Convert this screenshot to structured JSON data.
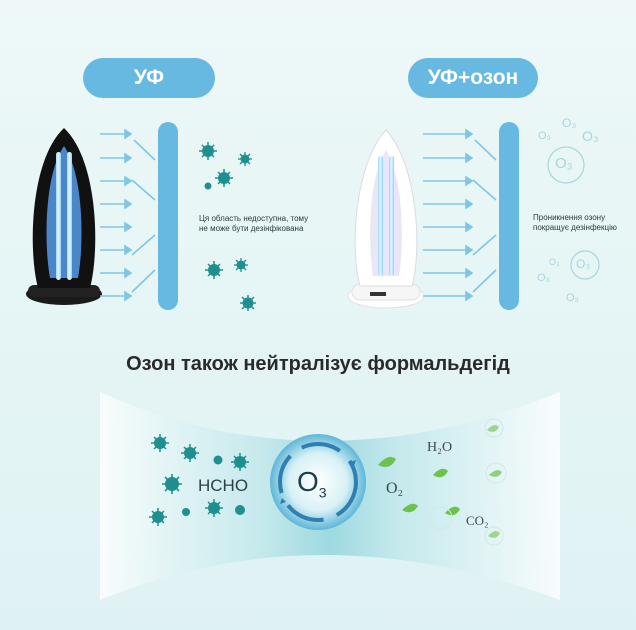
{
  "header": {
    "uv_label": "УФ",
    "uv_ozone_label": "УФ+озон"
  },
  "notes": {
    "uv_note": "Ця область недоступна, тому не може бути дезінфікована",
    "ozone_note": "Проникнення озону покращує дезінфекцію"
  },
  "section": {
    "title": "Озон також нейтралізує формальдегід"
  },
  "labels": {
    "hcho": "HCHO",
    "o3_main": "O",
    "o3_sub": "3",
    "o2": "O₂",
    "h2o": "H₂O",
    "co2": "CO₂",
    "bubble_o3": "O₃"
  },
  "colors": {
    "accent_blue": "#67b9e2",
    "virus_teal": "#1f8f8f",
    "leaf_green": "#6cc24a"
  }
}
